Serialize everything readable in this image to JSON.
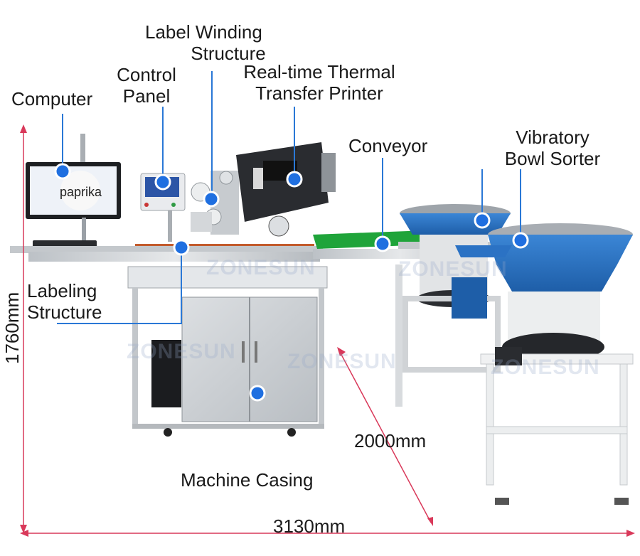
{
  "labels": {
    "computer": "Computer",
    "control_panel_line1": "Control",
    "control_panel_line2": "Panel",
    "label_winding_line1": "Label Winding",
    "label_winding_line2": "Structure",
    "printer_line1": "Real-time Thermal",
    "printer_line2": "Transfer Printer",
    "conveyor": "Conveyor",
    "vibratory_line1": "Vibratory",
    "vibratory_line2": "Bowl Sorter",
    "labeling_line1": "Labeling",
    "labeling_line2": "Structure",
    "machine_casing": "Machine Casing"
  },
  "dimensions": {
    "height": "1760mm",
    "width": "3130mm",
    "depth": "2000mm"
  },
  "screen_text": "paprika",
  "watermark": "ZONESUN",
  "colors": {
    "marker": "#1f6fe0",
    "leader": "#2a78d6",
    "dimension": "#d9395a",
    "conveyor": "#1fa43a",
    "bowl": "#2b72c4"
  }
}
